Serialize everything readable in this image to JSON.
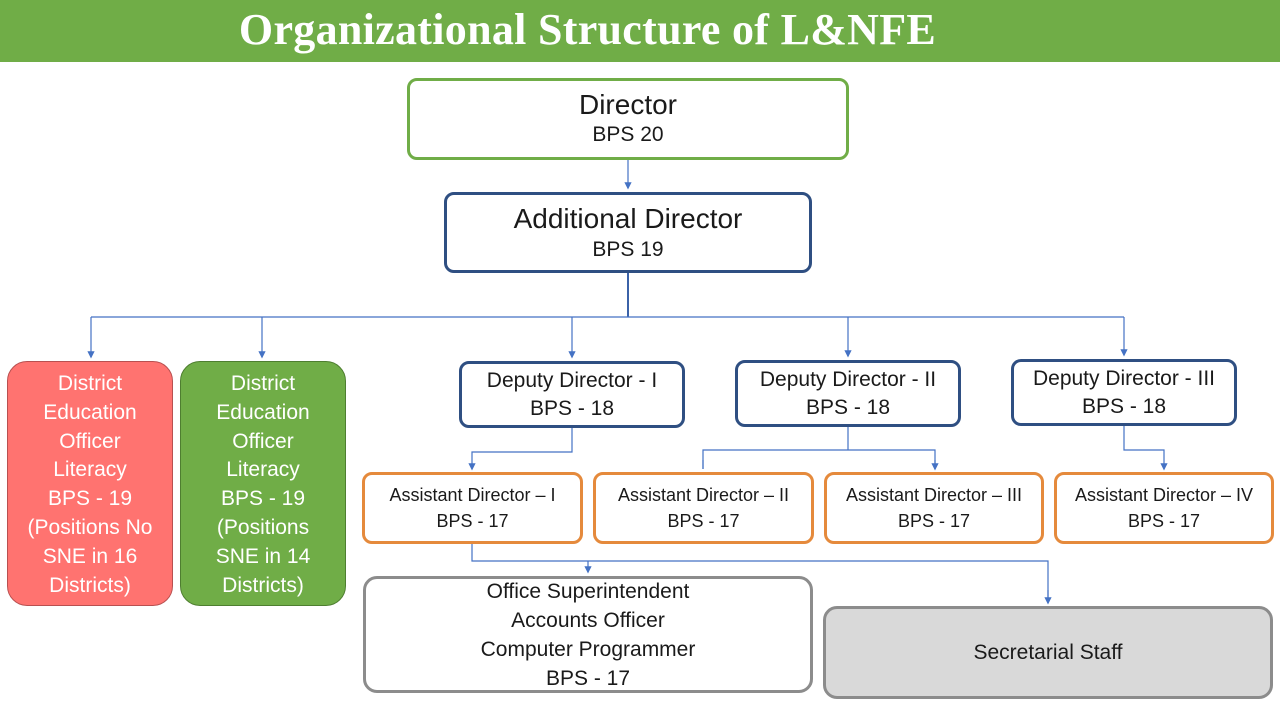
{
  "title": "Organizational Structure of  L&NFE",
  "colors": {
    "banner": "#70ad47",
    "director_border": "#70ad47",
    "deputy_border": "#2f4f82",
    "assistant_border": "#e58a3c",
    "office_border": "#8c8c8c",
    "deo_literacy_no_sne": "#ff7370",
    "deo_literacy_sne": "#70ad47",
    "connector": "#4472c4"
  },
  "director": {
    "title": "Director",
    "grade": "BPS 20"
  },
  "additional_director": {
    "title": "Additional Director",
    "grade": "BPS 19"
  },
  "deo_literacy_1": [
    "District",
    "Education",
    "Officer",
    "Literacy",
    "BPS - 19",
    "(Positions No",
    "SNE in 16",
    "Districts)"
  ],
  "deo_literacy_2": [
    "District",
    "Education",
    "Officer",
    "Literacy",
    "BPS - 19",
    "(Positions",
    "SNE in 14",
    "Districts)"
  ],
  "deputy_directors": [
    {
      "title": "Deputy Director - I",
      "grade": "BPS - 18"
    },
    {
      "title": "Deputy Director - II",
      "grade": "BPS - 18"
    },
    {
      "title": "Deputy Director - III",
      "grade": "BPS - 18"
    }
  ],
  "assistant_directors": [
    {
      "title": "Assistant Director – I",
      "grade": "BPS - 17"
    },
    {
      "title": "Assistant Director – II",
      "grade": "BPS - 17"
    },
    {
      "title": "Assistant Director – III",
      "grade": "BPS - 17"
    },
    {
      "title": "Assistant Director – IV",
      "grade": "BPS - 17"
    }
  ],
  "office_staff": [
    "Office Superintendent",
    "Accounts Officer",
    "Computer Programmer",
    "BPS - 17"
  ],
  "secretarial_staff": "Secretarial Staff"
}
